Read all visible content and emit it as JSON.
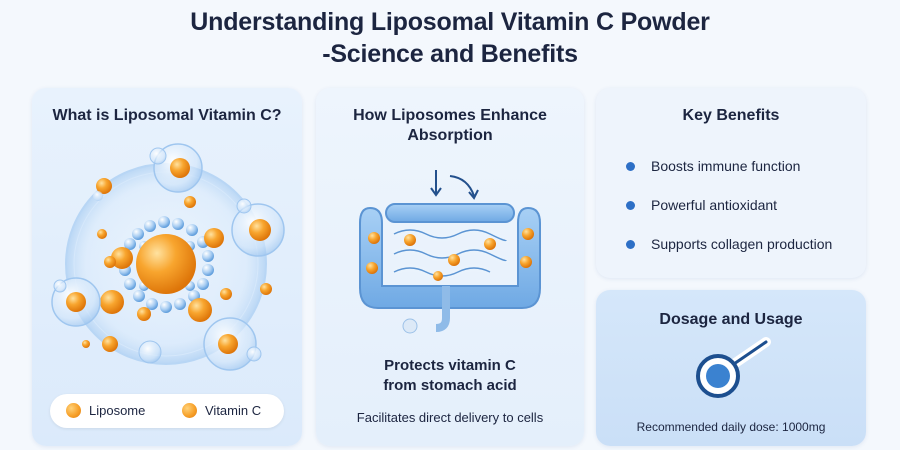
{
  "header": {
    "title_line1": "Understanding Liposomal Vitamin C Powder",
    "title_line2": "-Science and Benefits"
  },
  "what_is": {
    "title": "What is Liposomal Vitamin C?",
    "legend": [
      {
        "label": "Liposome"
      },
      {
        "label": "Vitamin C"
      }
    ]
  },
  "absorption": {
    "title_line1": "How Liposomes Enhance",
    "title_line2": "Absorption",
    "caption_line1": "Protects vitamin C",
    "caption_line2": "from stomach acid",
    "subcaption": "Facilitates direct delivery to cells"
  },
  "benefits": {
    "title": "Key Benefits",
    "items": [
      "Boosts immune function",
      "Powerful antioxidant",
      "Supports collagen production"
    ]
  },
  "dosage": {
    "title": "Dosage and Usage",
    "recommended": "Recommended daily dose: 1000mg"
  },
  "colors": {
    "accent_blue": "#2d6fc6",
    "vitamin_orange": "#f7a12a",
    "card_bg": "#e8f2fd"
  }
}
